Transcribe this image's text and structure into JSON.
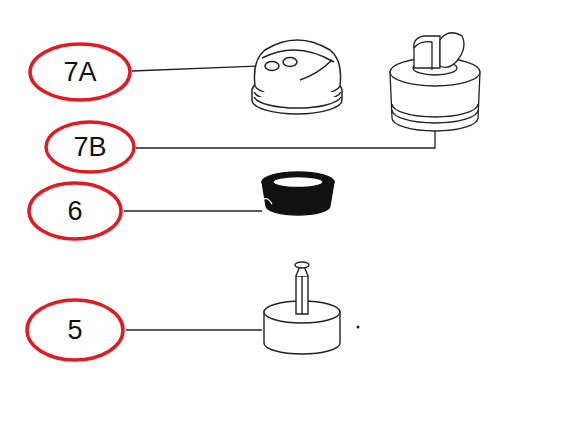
{
  "diagram": {
    "nodes": [
      {
        "text": [
          "7A"
        ]
      },
      {
        "text": [
          "7B"
        ]
      },
      {
        "text": [
          "6"
        ]
      },
      {
        "text": [
          "5"
        ]
      }
    ]
  }
}
